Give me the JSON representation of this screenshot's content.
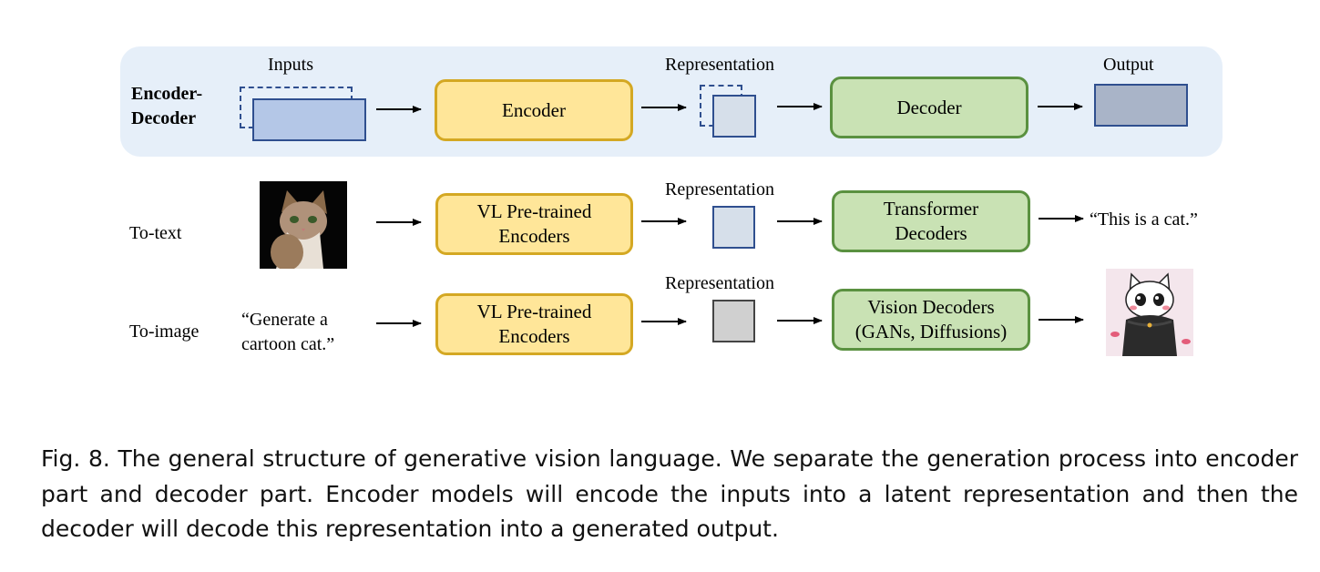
{
  "row1": {
    "label": "Encoder-\nDecoder",
    "inputs_label": "Inputs",
    "encoder": "Encoder",
    "representation_label": "Representation",
    "decoder": "Decoder",
    "output_label": "Output"
  },
  "row2": {
    "label": "To-text",
    "image": "cat-photo",
    "encoder": "VL Pre-trained\nEncoders",
    "representation_label": "Representation",
    "decoder": "Transformer\nDecoders",
    "output_text": "“This is a cat.”"
  },
  "row3": {
    "label": "To-image",
    "input_text": "“Generate a\ncartoon cat.”",
    "encoder": "VL Pre-trained\nEncoders",
    "representation_label": "Representation",
    "decoder": "Vision Decoders\n(GANs, Diffusions)",
    "image": "cartoon-cat-image"
  },
  "caption": "Fig. 8.  The general structure of generative vision language. We separate the generation process into encoder part and decoder part. Encoder models will encode the inputs into a latent representation and then the decoder will decode this representation into a generated output.",
  "colors": {
    "panel": "#e6eff9",
    "encoder_fill": "#ffe699",
    "encoder_border": "#d4a823",
    "decoder_fill": "#c9e2b4",
    "decoder_border": "#5a9140",
    "input_fill": "#b4c7e7",
    "output_fill": "#a9b4c8"
  }
}
